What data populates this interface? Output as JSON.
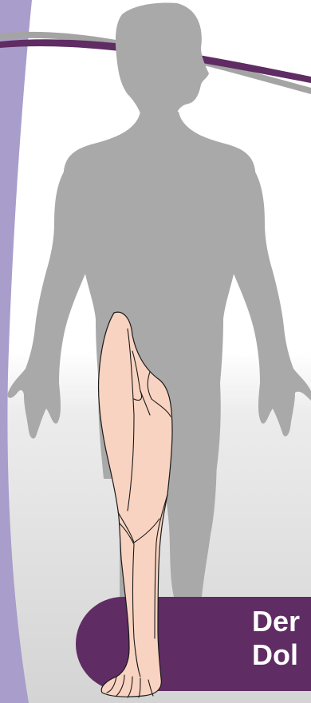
{
  "colors": {
    "band": "#a99dcb",
    "swoosh_purple": "#5f2c63",
    "swoosh_gray": "#a4a4a4",
    "silhouette": "#a9a9a9",
    "highlight_skin": "#f9d3c1",
    "outline": "#1a1a1a",
    "banner": "#5f2c63",
    "banner_text": "#ffffff"
  },
  "banner": {
    "line1": "Der",
    "line2": "Dol"
  },
  "highlighted_region": "left-leg"
}
